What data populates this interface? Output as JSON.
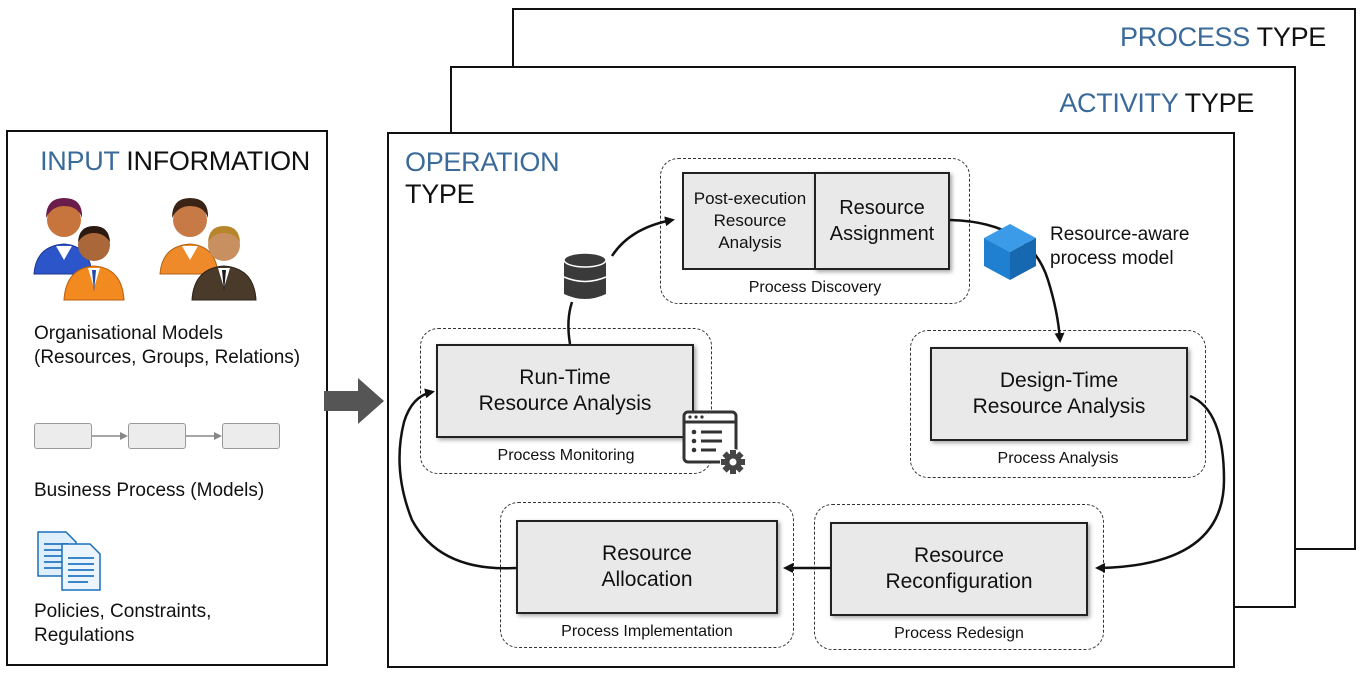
{
  "process_type": {
    "highlight": "PROCESS",
    "rest": " TYPE"
  },
  "activity_type": {
    "highlight": "ACTIVITY",
    "rest": " TYPE"
  },
  "operation_type": {
    "highlight": "OPERATION",
    "rest": "TYPE"
  },
  "input_panel": {
    "title_highlight": "INPUT",
    "title_rest": " INFORMATION",
    "org_models_line1": "Organisational Models",
    "org_models_line2": "(Resources, Groups, Relations)",
    "business_process": "Business Process (Models)",
    "policies_line1": "Policies, Constraints,",
    "policies_line2": "Regulations"
  },
  "process_discovery": {
    "phase": "Process Discovery",
    "post_execution": [
      "Post-execution",
      "Resource",
      "Analysis"
    ],
    "assignment": [
      "Resource",
      "Assignment"
    ]
  },
  "model_label": [
    "Resource-aware",
    "process model"
  ],
  "process_analysis": {
    "phase": "Process Analysis",
    "box": [
      "Design-Time",
      "Resource Analysis"
    ]
  },
  "process_redesign": {
    "phase": "Process Redesign",
    "box": [
      "Resource",
      "Reconfiguration"
    ]
  },
  "process_implementation": {
    "phase": "Process Implementation",
    "box": [
      "Resource",
      "Allocation"
    ]
  },
  "process_monitoring": {
    "phase": "Process Monitoring",
    "box": [
      "Run-Time",
      "Resource Analysis"
    ]
  },
  "colors": {
    "accent": "#3a6a9a",
    "cube": "#1f7fd1",
    "database": "#3a3a3a",
    "arrow": "#555555"
  },
  "icons": [
    "people-icon",
    "people-icon",
    "flow-icon",
    "documents-icon",
    "database-icon",
    "cube-icon",
    "settings-list-icon",
    "gear-icon"
  ]
}
